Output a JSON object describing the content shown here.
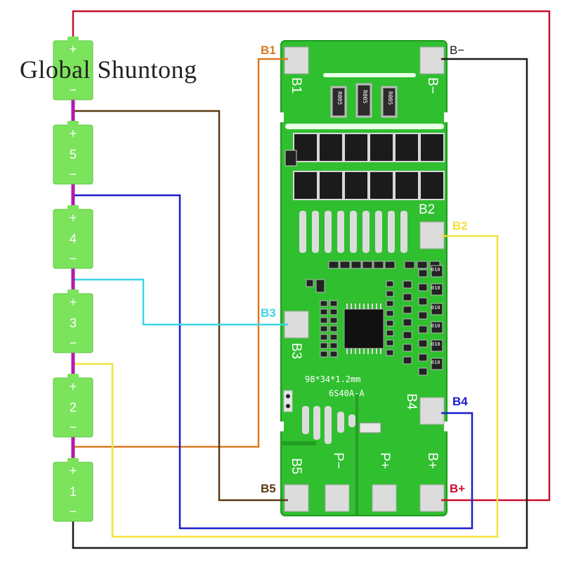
{
  "brand": "Global Shuntong",
  "cells": [
    {
      "number": "",
      "plus": "+",
      "minus": "−"
    },
    {
      "number": "5",
      "plus": "+",
      "minus": "−"
    },
    {
      "number": "4",
      "plus": "+",
      "minus": "−"
    },
    {
      "number": "3",
      "plus": "+",
      "minus": "−"
    },
    {
      "number": "2",
      "plus": "+",
      "minus": "−"
    },
    {
      "number": "1",
      "plus": "+",
      "minus": "−"
    }
  ],
  "connections": [
    {
      "label": "B1",
      "color": "#d9781f"
    },
    {
      "label": "B−",
      "color": "#1a1a1a"
    },
    {
      "label": "B2",
      "color": "#f2e23a"
    },
    {
      "label": "B3",
      "color": "#3dd4e6"
    },
    {
      "label": "B4",
      "color": "#1b1bcc"
    },
    {
      "label": "B5",
      "color": "#5a3a12"
    },
    {
      "label": "B+",
      "color": "#c8102e"
    }
  ],
  "board": {
    "pads": {
      "b1": "B1",
      "bminus": "B−",
      "b2": "B2",
      "b3": "B3",
      "b4": "B4",
      "b5": "B5",
      "pminus": "P−",
      "pplus": "P+",
      "bplus": "B+"
    },
    "dimensions": "98*34*1.2mm",
    "model": "6S40A-A",
    "shunt_resistors": [
      "R005",
      "R005",
      "R005"
    ],
    "ic_labels": [
      "010",
      "010",
      "010",
      "010",
      "010",
      "010"
    ]
  },
  "colors": {
    "board": "#2fbf2f",
    "cell": "#7ce35c",
    "pad": "#d8d8d8",
    "link": "#b01ab0"
  }
}
